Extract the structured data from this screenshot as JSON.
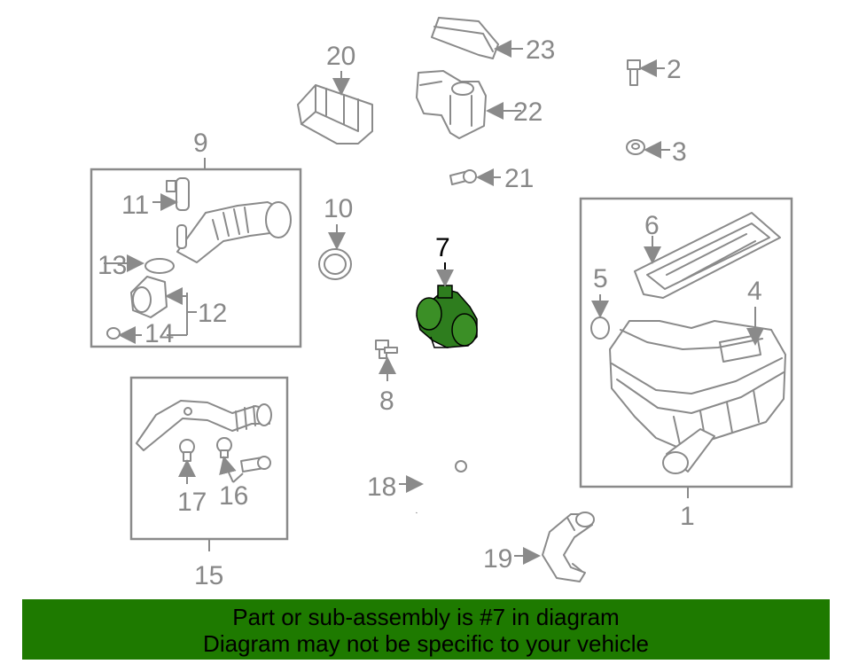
{
  "callouts": {
    "c1": "1",
    "c2": "2",
    "c3": "3",
    "c4": "4",
    "c5": "5",
    "c6": "6",
    "c7": "7",
    "c8": "8",
    "c9": "9",
    "c10": "10",
    "c11": "11",
    "c12": "12",
    "c13": "13",
    "c14": "14",
    "c15": "15",
    "c16": "16",
    "c17": "17",
    "c18": "18",
    "c19": "19",
    "c20": "20",
    "c21": "21",
    "c22": "22",
    "c23": "23"
  },
  "highlight": {
    "part_number": "7",
    "color": "#2e7d1e"
  },
  "banner": {
    "line1": "Part or sub-assembly is #7 in diagram",
    "line2": "Diagram may not be specific to your vehicle",
    "background": "#1e7a00"
  }
}
